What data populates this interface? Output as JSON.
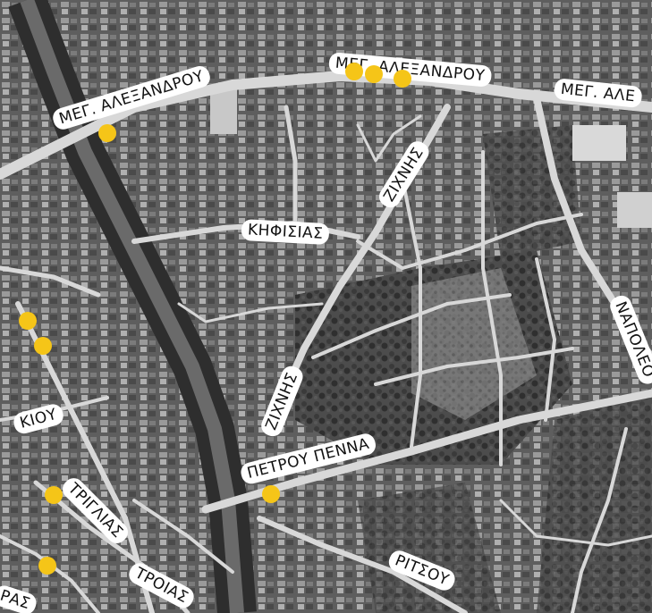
{
  "map": {
    "style": "satellite-grayscale",
    "marker_color": "#f5c518",
    "street_labels": [
      {
        "id": "meg-alexandrou-1",
        "text": "ΜΕΓ. ΑΛΕΞΑΝΔΡΟΥ"
      },
      {
        "id": "meg-alexandrou-2",
        "text": "ΜΕΓ. ΑΛΕΞΑΝΔΡΟΥ"
      },
      {
        "id": "meg-alexandrou-3",
        "text": "ΜΕΓ. ΑΛΕ"
      },
      {
        "id": "zichnis-1",
        "text": "ΖΙΧΝΗΣ"
      },
      {
        "id": "zichnis-2",
        "text": "ΖΙΧΝΗΣ"
      },
      {
        "id": "kifisias",
        "text": "ΚΗΦΙΣΙΑΣ"
      },
      {
        "id": "napoleon",
        "text": "ΝΑΠΟΛΕΟ"
      },
      {
        "id": "kiou",
        "text": "ΚΙΟΥ"
      },
      {
        "id": "trigleias",
        "text": "ΤΡΙΓΛΙΑΣ"
      },
      {
        "id": "troias",
        "text": "ΤΡΟΙΑΣ"
      },
      {
        "id": "petrou-penna",
        "text": "ΠΕΤΡΟΥ ΠΕΝΝΑ"
      },
      {
        "id": "ritsou",
        "text": "ΡΙΤΣΟΥ"
      },
      {
        "id": "ras",
        "text": "ΡΑΣ"
      }
    ],
    "marker_count": 9
  }
}
